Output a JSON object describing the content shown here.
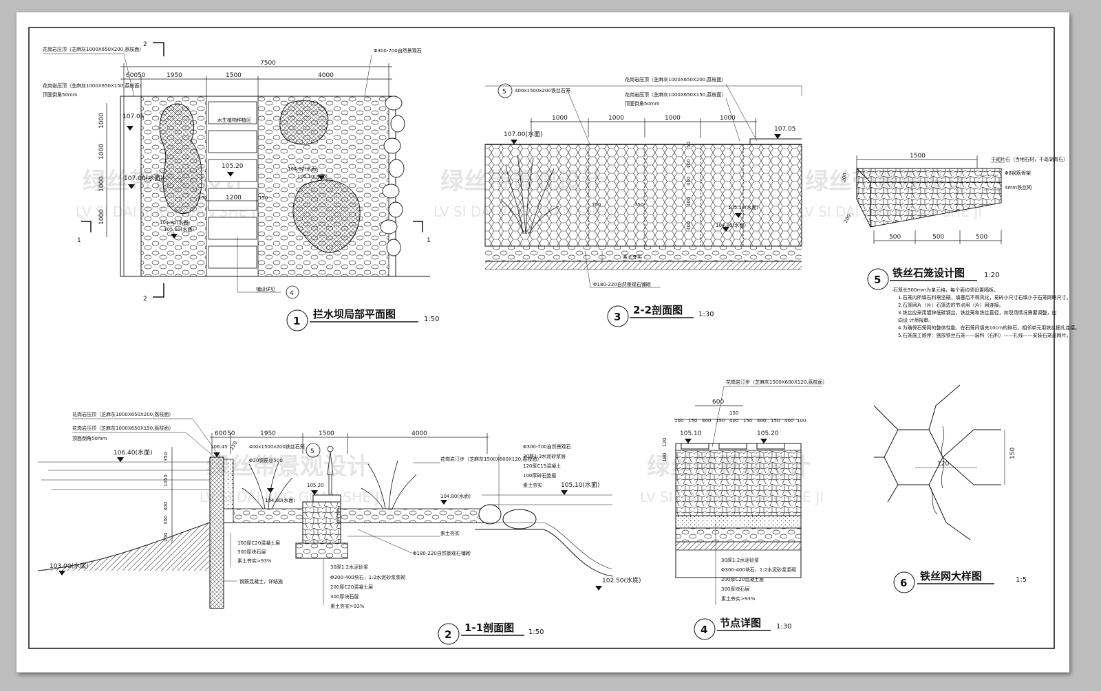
{
  "watermark": {
    "cn": "绿丝带景观设计",
    "en": "LV SI DAI JING GUAN SHE JI"
  },
  "plan": {
    "title": "拦水坝局部平面图",
    "scale": "1:50",
    "num": "1",
    "dims": [
      "600",
      "50",
      "1950",
      "1500",
      "4000",
      "7500",
      "1000",
      "1000",
      "1000",
      "1000",
      "150",
      "1200",
      "150"
    ],
    "notes": [
      "花岗岩压顶（芝麻灰1000X650X200,荔枝面）",
      "花岗岩压顶（芝麻灰1000X650X150,荔枝面）",
      "顶面倒角50mm",
      "Φ300-700自然景观石",
      "水生植物种植区",
      "铺设详见"
    ],
    "elev": [
      "107.05",
      "107.00(水面)",
      "105.20",
      "104.80(水面)",
      "105.10(水面)",
      "104.80(水面)",
      "105.10(水面)"
    ],
    "section_marks": [
      "2",
      "2",
      "1",
      "1"
    ],
    "ref": "4"
  },
  "sec22": {
    "title": "2-2剖面图",
    "scale": "1:30",
    "num": "3",
    "dims": [
      "1000",
      "1000",
      "1000",
      "1000",
      "50",
      "400",
      "400",
      "400",
      "400",
      "750",
      "750"
    ],
    "notes": [
      "400x1500x200铁丝石笼",
      "花岗岩压顶（芝麻灰1000X650X200,荔枝面）",
      "花岗岩压顶（芝麻灰1000X650X150,荔枝面）",
      "顶面倒角50mm",
      "素土夯实",
      "Φ180-220自然景观石铺砌"
    ],
    "elev": [
      "107.00(水面)",
      "107.05",
      "105.10(水面)",
      "104.80(水面)"
    ],
    "ref": "5"
  },
  "gabion": {
    "title": "铁丝石笼设计图",
    "scale": "1:20",
    "num": "5",
    "dims": [
      "1500",
      "500",
      "500",
      "500",
      "200",
      "200"
    ],
    "notes": [
      "干砌片石（当地石材，千岛湖青石）",
      "Φ8钢筋骨架",
      "4mm铁丝网"
    ],
    "spec": [
      "石笼长500mm为单元格，每个面均须设置隔板。",
      "1.石笼内所填石料需坚硬，填塞后不得风化，易碎小尺寸石填小于石笼网眼尺寸。",
      "2.石笼网片（片）石笼边的节点用（片）网连接。",
      "3.铁丝应采用镀锌低碳钢丝，铁丝笼和铁丝直径，如现场情况需要调整，应",
      "  向设  计师报审。",
      "4.为确保石笼网的整体性能，在石笼间填充10cm的碎石，相邻单元用铁丝捆扎连接。",
      "5.石笼施工顺序：摆放铁丝石笼——装料（石料）——扎线——安装石笼盖网片。"
    ]
  },
  "sec11": {
    "title": "1-1剖面图",
    "scale": "1:50",
    "num": "2",
    "dims": [
      "600",
      "50",
      "1950",
      "1500",
      "4000",
      "350",
      "1050",
      "300",
      "300",
      "200",
      "250"
    ],
    "notes": [
      "花岗岩压顶（芝麻灰1000X650X200,荔枝面）",
      "花岗岩压顶（芝麻灰1000X650X150,荔枝面）",
      "顶面倒角50mm",
      "400x1500x200铁丝石笼",
      "Φ20钢筋@500",
      "花岗岩汀步（芝麻灰1500X600X120,荔枝面）",
      "Φ300-700自然景观石",
      "30厚1:3水泥砂浆层",
      "120厚C15混凝土",
      "100厚碎石垫层",
      "素土夯实",
      "100厚C20混凝土层",
      "300厚块石层",
      "素土夯实>93%",
      "钢筋混凝土，详结施",
      "素土夯实",
      "Φ180-220自然景观石铺砌",
      "30厚1:2水泥砂浆",
      "Φ300-400块石，1:2水泥砂浆浆砌",
      "200厚C20混凝土层",
      "300厚块石层",
      "素土夯实>93%"
    ],
    "elev": [
      "106.45",
      "106.40(水面)",
      "105.20",
      "104.80(水面)",
      "104.80(水面)",
      "105.10(水面)",
      "103.00(水底)",
      "102.50(水底)"
    ],
    "ref": "5"
  },
  "node": {
    "title": "节点详图",
    "scale": "1:30",
    "num": "4",
    "dims": [
      "600",
      "150",
      "100",
      "150",
      "400",
      "150",
      "400",
      "150",
      "400",
      "150",
      "400",
      "100",
      "120",
      "180"
    ],
    "notes": [
      "花岗岩汀步（芝麻灰1500X600X120,荔枝面）",
      "30厚1:2水泥砂浆",
      "Φ300-400块石，1:2水泥砂浆浆砌",
      "200厚C20混凝土层",
      "300厚块石层",
      "素土夯实>93%"
    ],
    "elev": [
      "105.10",
      "105.20"
    ]
  },
  "mesh": {
    "title": "铁丝网大样图",
    "scale": "1:5",
    "num": "6",
    "dims": [
      "120",
      "150"
    ]
  }
}
